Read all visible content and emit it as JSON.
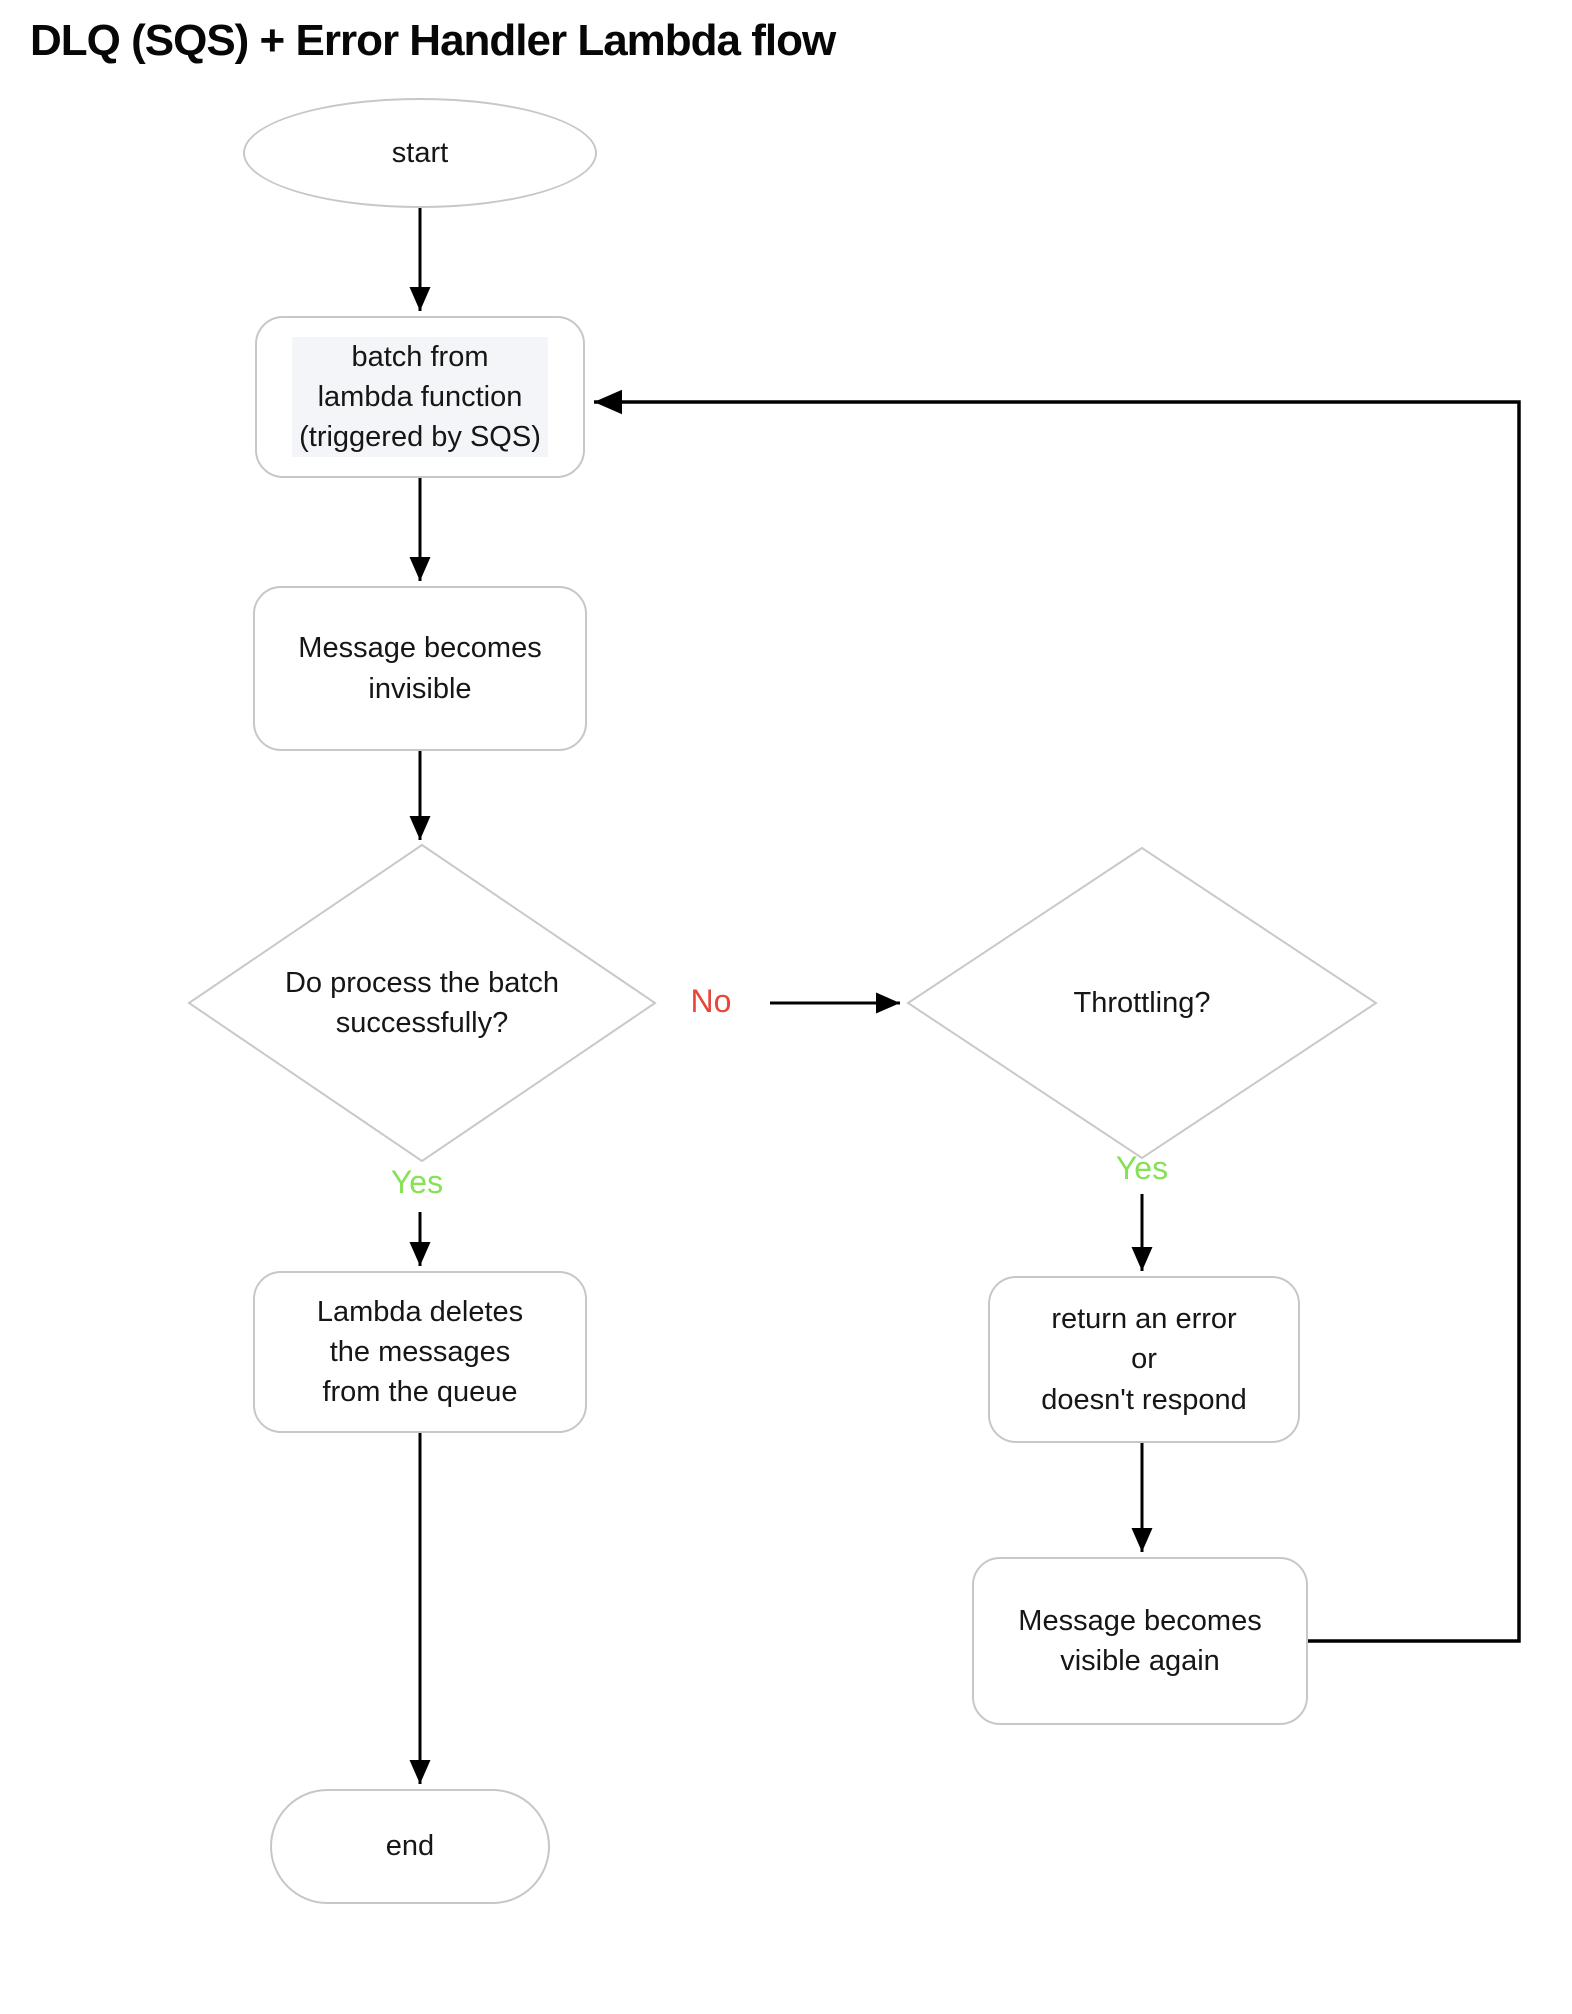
{
  "title": "DLQ (SQS) + Error Handler Lambda flow",
  "colors": {
    "background": "#ffffff",
    "shape_border": "#c7c7c7",
    "arrow": "#000000",
    "text": "#161616",
    "no_label": "#e8463a",
    "yes_label": "#85e155"
  },
  "nodes": {
    "start": {
      "type": "terminator",
      "label": "start"
    },
    "batch": {
      "type": "process",
      "label": "batch from\nlambda function\n(triggered by SQS)"
    },
    "invisible": {
      "type": "process",
      "label": "Message becomes\ninvisible"
    },
    "process_ok": {
      "type": "decision",
      "label": "Do process the batch\nsuccessfully?"
    },
    "throttling": {
      "type": "decision",
      "label": "Throttling?"
    },
    "deletes": {
      "type": "process",
      "label": "Lambda deletes\nthe messages\nfrom the queue"
    },
    "return_error": {
      "type": "process",
      "label": "return an error\nor\ndoesn't respond"
    },
    "visible_again": {
      "type": "process",
      "label": "Message becomes\nvisible again"
    },
    "end": {
      "type": "terminator",
      "label": "end"
    }
  },
  "edge_labels": {
    "no": "No",
    "yes_left": "Yes",
    "yes_right": "Yes"
  },
  "edges": [
    {
      "from": "start",
      "to": "batch"
    },
    {
      "from": "batch",
      "to": "invisible"
    },
    {
      "from": "invisible",
      "to": "process_ok"
    },
    {
      "from": "process_ok",
      "to": "throttling",
      "label": "No"
    },
    {
      "from": "process_ok",
      "to": "deletes",
      "label": "Yes"
    },
    {
      "from": "throttling",
      "to": "return_error",
      "label": "Yes"
    },
    {
      "from": "return_error",
      "to": "visible_again"
    },
    {
      "from": "visible_again",
      "to": "batch"
    },
    {
      "from": "deletes",
      "to": "end"
    }
  ]
}
